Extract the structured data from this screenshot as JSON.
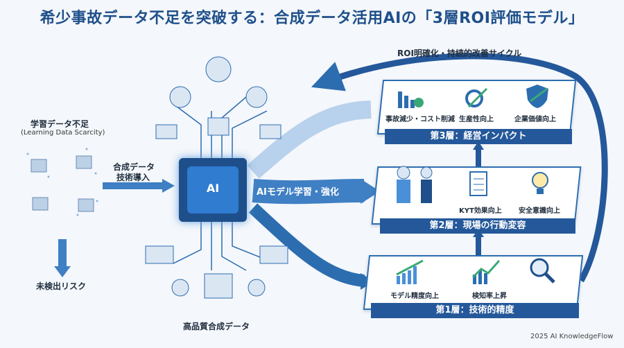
{
  "title": "希少事故データ不足を突破する：合成データ活用AIの「3層ROI評価モデル」",
  "left": {
    "problem_label": "学習データ不足",
    "problem_sub": "(Learning Data Scarcity)",
    "risk_label": "未検出リスク",
    "intro_label_1": "合成データ",
    "intro_label_2": "技術導入"
  },
  "center": {
    "chip_text": "AI",
    "bottom_label": "高品質合成データ"
  },
  "arrow_label": "AIモデル学習・強化",
  "cycle_label": "ROI明確化・持続的改善サイクル",
  "layers": [
    {
      "label": "第3層：経営インパクト",
      "items": [
        "事故減少・コスト削減",
        "生産性向上",
        "企業価値向上"
      ]
    },
    {
      "label": "第2層：現場の行動変容",
      "items": [
        "KYT効果向上",
        "安全意識向上"
      ]
    },
    {
      "label": "第1層：技術的精度",
      "items": [
        "モデル精度向上",
        "検知率上昇"
      ]
    }
  ],
  "footer": "2025 AI KnowledgeFlow",
  "colors": {
    "primary": "#1e4f8a",
    "accent": "#2c6db0",
    "arrow": "#3f7fc4"
  }
}
